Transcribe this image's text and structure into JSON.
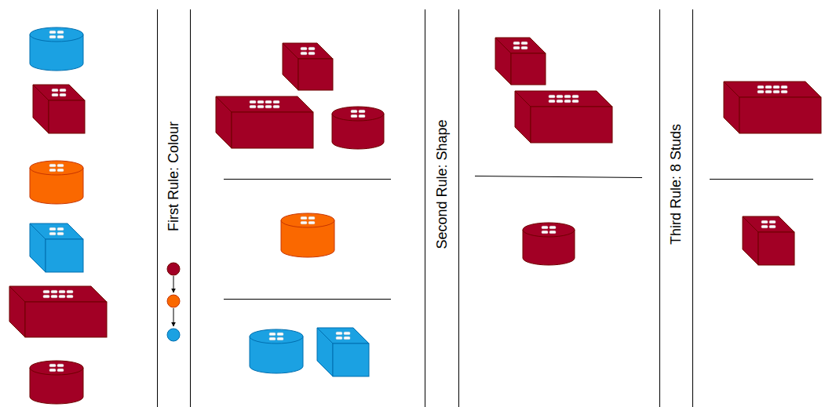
{
  "diagram": {
    "labels": [
      "First Rule: Colour",
      "Second Rule: Shape",
      "Third Rule: 8 Studs"
    ]
  }
}
